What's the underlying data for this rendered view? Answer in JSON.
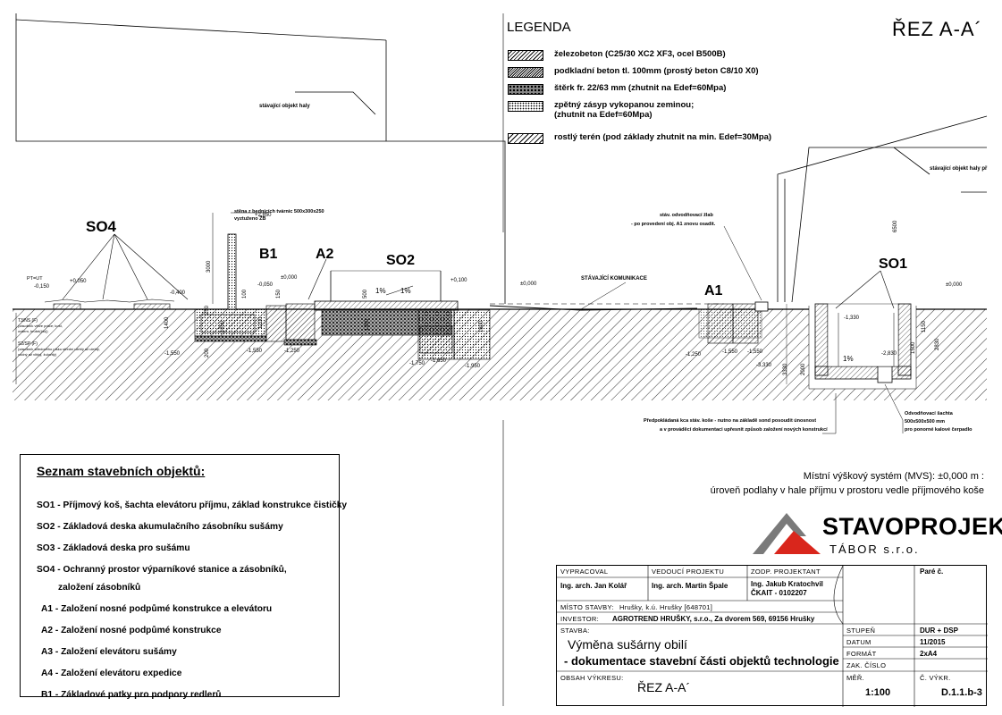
{
  "legend": {
    "title": "LEGENDA",
    "items": [
      {
        "name": "zelezobeton",
        "label": "železobeton (C25/30 XC2 XF3, ocel B500B)"
      },
      {
        "name": "podkladni-beton",
        "label": "podkladní beton tl. 100mm (prostý beton C8/10 X0)"
      },
      {
        "name": "sterk",
        "label": "štěrk fr. 22/63 mm (zhutnit na Edef=60Mpa)"
      },
      {
        "name": "zpetny-zasyp",
        "label": "zpětný zásyp vykopanou zeminou;",
        "label2": "(zhutnit na Edef=60Mpa)"
      },
      {
        "name": "rostly-teren",
        "label": "rostlý terén (pod základy zhutnit na min. Edef=30Mpa)"
      }
    ]
  },
  "section_title": "ŘEZ A-A´",
  "drawing": {
    "labels": {
      "so4": "SO4",
      "b1": "B1",
      "a2": "A2",
      "so2": "SO2",
      "a1": "A1",
      "so1": "SO1",
      "existing_hall_left": "stávající objekt haly",
      "existing_hall_right": "stávající objekt haly př",
      "road": "STÁVAJÍCÍ KOMUNIKACE",
      "wall_note_1": "stěna z bednících tvárnic 500x300x250",
      "wall_note_2": "vyztuženo ŽB",
      "drain_note_1": "stáv. odvodňovací žlab",
      "drain_note_2": "- po provedení obj. A1 znovu osadit.",
      "well_note_1": "Odvodňovací šachta",
      "well_note_2": "500x500x500 mm",
      "well_note_3": "pro ponorné kalové čerpadlo",
      "foundation_note_1": "Předpokládaná kca stáv. koše - nutno na základě sond posoudit únosnost",
      "foundation_note_2": "a v prováděcí dokumentaci upřesnit způsob založení nových konstrukcí",
      "pt_label": "PT=UT",
      "layer_1": "T3/NS (F)",
      "layer_1b": "(zásobník větve práce; kost,",
      "layer_1c": "ovšem, hrubé(čtu))",
      "layer_2": "S2/SP (F)",
      "layer_2b": "(zásobník středového písku střední ulehlý až ulehlý,",
      "layer_2c": "vodný až vlhký, žulovitý)",
      "slope": "1%"
    },
    "levels": {
      "pt": "-0,150",
      "l1": "+0,050",
      "l2": "-0,400",
      "l3": "+2,850",
      "l4": "-0,050",
      "l5": "±0,000",
      "l6": "+0,100",
      "l7": "±0,000",
      "l8": "±0,000",
      "l9": "-1,550",
      "l10": "-1,550",
      "l11": "-1,250",
      "l12": "-1,750",
      "l13": "-1,650",
      "l14": "-1,950",
      "l15": "-1,250",
      "l16": "-1,550",
      "l17": "-1,550",
      "l18": "-3,330",
      "l19": "-1,330",
      "l20": "-2,830"
    },
    "dims": {
      "d3000": "3000",
      "d100": "100",
      "d250": "250",
      "d150": "150",
      "d1400": "1400",
      "d1850": "1850",
      "d200": "200",
      "d1200": "1200",
      "d500": "500",
      "d1300": "1300",
      "d1800": "1800",
      "d2000": "2000",
      "d6500": "6500",
      "d3330": "3330",
      "d1150": "1150",
      "d2830": "2830",
      "d1500": "1500"
    }
  },
  "object_list": {
    "title": "Seznam stavebních objektů:",
    "items": [
      "SO1 - Příjmový koš, šachta elevátoru příjmu, základ konstrukce čističky",
      "SO2 - Základová deska akumulačního zásobníku sušámy",
      "SO3 - Základová deska pro sušámu",
      "SO4 - Ochranný prostor výparníkové stanice a zásobníků,",
      "založení zásobníků",
      "A1 - Založení nosné podpůmé konstrukce a elevátoru",
      "A2 - Založení nosné podpůmé konstrukce",
      "A3 - Založení elevátoru sušámy",
      "A4 - Založení elevátoru expedice",
      "B1 - Základové patky pro podpory redlerů"
    ]
  },
  "mvs": {
    "line1": "Místní výškový systém (MVS): ±0,000 m :",
    "line2": "úroveň podlahy v hale příjmu v prostoru vedle příjmového koše"
  },
  "logo": {
    "name": "STAVOPROJEKT",
    "sub": "TÁBOR s.r.o.",
    "colors": {
      "gray": "#7a7a7a",
      "red": "#d9261c"
    }
  },
  "title_block": {
    "vypracoval_label": "VYPRACOVAL",
    "vypracoval": "Ing. arch. Jan Kolář",
    "vedouci_label": "VEDOUCÍ PROJEKTU",
    "vedouci": "Ing. arch. Martin Špale",
    "zodp_label": "ZODP. PROJEKTANT",
    "zodp_1": "Ing. Jakub Kratochvil",
    "zodp_2": "ČKAIT - 0102207",
    "pare_label": "Paré č.",
    "misto_label": "MÍSTO STAVBY:",
    "misto": "Hrušky, k.ú. Hrušky [648701]",
    "investor_label": "INVESTOR:",
    "investor": "AGROTREND HRUŠKY, s.r.o., Za dvorem 569, 69156 Hrušky",
    "stavba_label": "STAVBA:",
    "stavba_1": "Výměna sušárny obilí",
    "stavba_2": "- dokumentace stavební části objektů technologie",
    "stupen_label": "STUPEŇ",
    "stupen": "DUR + DSP",
    "datum_label": "DATUM",
    "datum": "11/2015",
    "format_label": "FORMÁT",
    "format": "2xA4",
    "zak_label": "ZAK. ČÍSLO",
    "obsah_label": "OBSAH VÝKRESU:",
    "obsah": "ŘEZ A-A´",
    "meritko_label": "MĚŘ.",
    "meritko": "1:100",
    "vykres_label": "Č. VÝKR.",
    "vykres": "D.1.1.b-3"
  }
}
